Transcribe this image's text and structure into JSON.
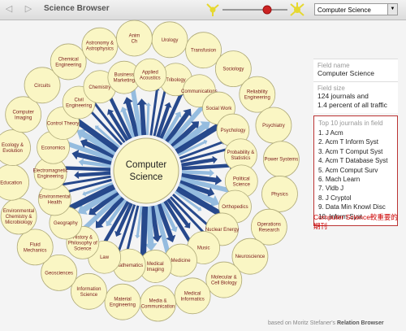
{
  "window": {
    "title": "Science Browser",
    "back_icon": "triangle-left-icon",
    "forward_icon": "triangle-right-icon"
  },
  "field_select": {
    "value": "Computer Science"
  },
  "center": {
    "lines": [
      "Computer",
      "Science"
    ]
  },
  "nodes": [
    {
      "lines": [
        "Urology"
      ]
    },
    {
      "lines": [
        "Transfusion"
      ]
    },
    {
      "lines": [
        "Sociology"
      ]
    },
    {
      "lines": [
        "Reliability",
        "Engineering"
      ]
    },
    {
      "lines": [
        "Psychiatry"
      ]
    },
    {
      "lines": [
        "Power Systems"
      ]
    },
    {
      "lines": [
        "Physics"
      ]
    },
    {
      "lines": [
        "Operations",
        "Research"
      ]
    },
    {
      "lines": [
        "Neuroscience"
      ]
    },
    {
      "lines": [
        "Molecular &",
        "Cell Biology"
      ]
    },
    {
      "lines": [
        "Medical",
        "Informatics"
      ]
    },
    {
      "lines": [
        "Media &",
        "Communication"
      ]
    },
    {
      "lines": [
        "Material",
        "Engineering"
      ]
    },
    {
      "lines": [
        "Information",
        "Science"
      ]
    },
    {
      "lines": [
        "Geosciences"
      ]
    },
    {
      "lines": [
        "Fluid",
        "Mechanics"
      ]
    },
    {
      "lines": [
        "Environmental",
        "Chemistry &",
        "Microbiology"
      ]
    },
    {
      "lines": [
        "Education"
      ]
    },
    {
      "lines": [
        "Ecology &",
        "Evolution"
      ]
    },
    {
      "lines": [
        "Computer",
        "Imaging"
      ]
    },
    {
      "lines": [
        "Circuits"
      ]
    },
    {
      "lines": [
        "Chemical",
        "Engineering"
      ]
    },
    {
      "lines": [
        "Astronomy &",
        "Astrophysics"
      ]
    },
    {
      "lines": [
        "Anim",
        "Ch"
      ]
    },
    {
      "lines": [
        "Tribology"
      ]
    },
    {
      "lines": [
        "Communications"
      ]
    },
    {
      "lines": [
        "Social Work"
      ]
    },
    {
      "lines": [
        "Psychology"
      ]
    },
    {
      "lines": [
        "Probability &",
        "Statistics"
      ]
    },
    {
      "lines": [
        "Political",
        "Science"
      ]
    },
    {
      "lines": [
        "Orthopedics"
      ]
    },
    {
      "lines": [
        "Nuclear Energy"
      ]
    },
    {
      "lines": [
        "Music"
      ]
    },
    {
      "lines": [
        "Medicine"
      ]
    },
    {
      "lines": [
        "Medical",
        "Imaging"
      ]
    },
    {
      "lines": [
        "Mathematics"
      ]
    },
    {
      "lines": [
        "Law"
      ]
    },
    {
      "lines": [
        "History &",
        "Philosophy of",
        "Science"
      ]
    },
    {
      "lines": [
        "Geography"
      ]
    },
    {
      "lines": [
        "Environmental",
        "Health"
      ]
    },
    {
      "lines": [
        "Electromagnetic",
        "Engineering"
      ]
    },
    {
      "lines": [
        "Economics"
      ]
    },
    {
      "lines": [
        "Control Theory"
      ]
    },
    {
      "lines": [
        "Civil",
        "Engineering"
      ]
    },
    {
      "lines": [
        "Chemistry"
      ]
    },
    {
      "lines": [
        "Business",
        "Marketing"
      ]
    },
    {
      "lines": [
        "Applied",
        "Acoustics"
      ]
    }
  ],
  "info": {
    "field_name_label": "Field name",
    "field_name_value": "Computer Science",
    "field_size_label": "Field size",
    "field_size_line1": "124 journals and",
    "field_size_line2": "1.4 percent of all traffic",
    "top10_label": "Top 10 journals in field",
    "top10": [
      "1. J Acm",
      "2. Acm T Inform Syst",
      "3. Acm T Comput Syst",
      "4. Acm T Database Syst",
      "5. Acm Comput Surv",
      "6. Mach Learn",
      "7. Vldb J",
      "8. J Cryptol",
      "9. Data Min Knowl Disc",
      "10. Inform Syst"
    ]
  },
  "annotation": "Computer Science較重要的期刊",
  "footer": {
    "prefix": "based on Moritz Stefaner's",
    "brand": "Relation Browser"
  },
  "colors": {
    "node_fill": "#faf6c4",
    "node_stroke": "#b0ab7a",
    "text": "#7a1a1a",
    "arrow_dark": "#1b3f86",
    "arrow_light": "#8fb8dd",
    "slider_dot": "#cc2222",
    "accent_yellow": "#e6d830"
  }
}
